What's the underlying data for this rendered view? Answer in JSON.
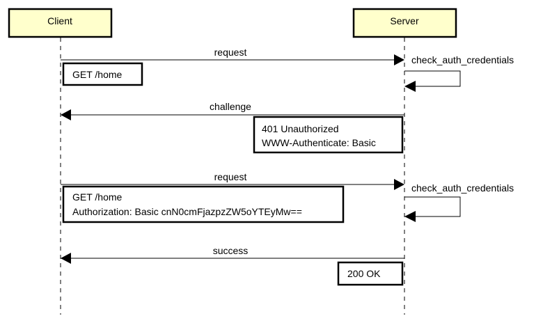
{
  "actors": {
    "client": "Client",
    "server": "Server"
  },
  "messages": [
    {
      "label": "request",
      "from": "Client",
      "to": "Server",
      "note_lines": [
        "GET /home"
      ]
    },
    {
      "label": "check_auth_credentials",
      "from": "Server",
      "to": "Server",
      "self_call": true
    },
    {
      "label": "challenge",
      "from": "Server",
      "to": "Client",
      "note_lines": [
        "401 Unauthorized",
        "WWW-Authenticate: Basic"
      ]
    },
    {
      "label": "request",
      "from": "Client",
      "to": "Server",
      "note_lines": [
        "GET /home",
        "Authorization: Basic cnN0cmFjazpzZW5oYTEyMw=="
      ]
    },
    {
      "label": "check_auth_credentials",
      "from": "Server",
      "to": "Server",
      "self_call": true
    },
    {
      "label": "success",
      "from": "Server",
      "to": "Client",
      "note_lines": [
        "200 OK"
      ]
    }
  ],
  "colors": {
    "actor_fill": "#ffffcc",
    "line": "#000000",
    "note_fill": "#ffffff"
  }
}
